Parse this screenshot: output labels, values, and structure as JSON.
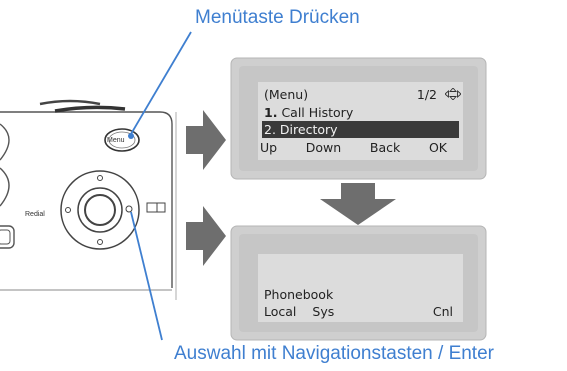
{
  "callouts": {
    "top": "Menütaste Drücken",
    "bottom": "Auswahl mit Navigationstasten / Enter"
  },
  "phone": {
    "menu_key": "Menu",
    "redial_key": "Redial"
  },
  "screen1": {
    "title": "(Menu)",
    "page": "1/2",
    "items": [
      {
        "num": "1.",
        "label": "Call History"
      },
      {
        "num": "2.",
        "label": "Directory",
        "selected": true
      }
    ],
    "softkeys": [
      "Up",
      "Down",
      "Back",
      "OK"
    ]
  },
  "screen2": {
    "line": "Phonebook",
    "softkeys": [
      "Local",
      "Sys",
      "Cnl"
    ]
  },
  "colors": {
    "accent": "#3f7fd0",
    "arrow": "#6e6e6e",
    "lcd": "#dcdcdc",
    "highlight": "#3a3a3a"
  },
  "icons": {
    "screen1_nav": "nav-arrows-icon",
    "flow_arrows": "arrow-right-icon, arrow-down-icon"
  }
}
